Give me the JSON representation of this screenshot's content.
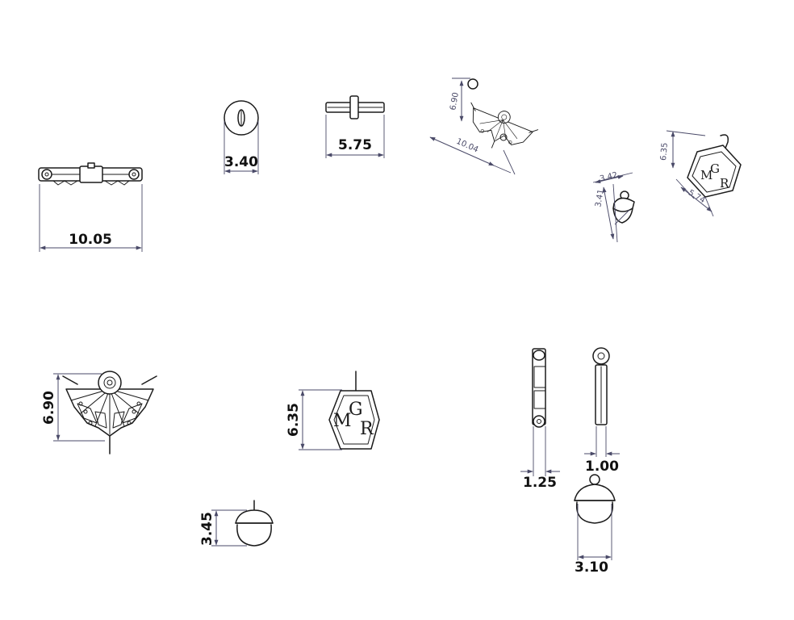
{
  "dimensions": {
    "side_bar_width": "10.05",
    "front_disc_diameter": "3.40",
    "top_bar_length": "5.75",
    "fan_height": "6.90",
    "hex_height": "6.35",
    "acorn_height": "3.45",
    "clasp_side_width": "1.25",
    "clasp_edge_width": "1.00",
    "acorn_width": "3.10",
    "iso_fan_height": "6.90",
    "iso_fan_width": "10.04",
    "iso_acorn_a": "3.42",
    "iso_acorn_b": "3.41",
    "iso_hex_height": "6.35",
    "iso_hex_width": "5.74"
  },
  "monogram": {
    "letter_1": "M",
    "letter_2": "G",
    "letter_3": "R"
  },
  "colors": {
    "line": "#1b1b1b",
    "dimension": "#4a4a68",
    "text": "#111111"
  }
}
